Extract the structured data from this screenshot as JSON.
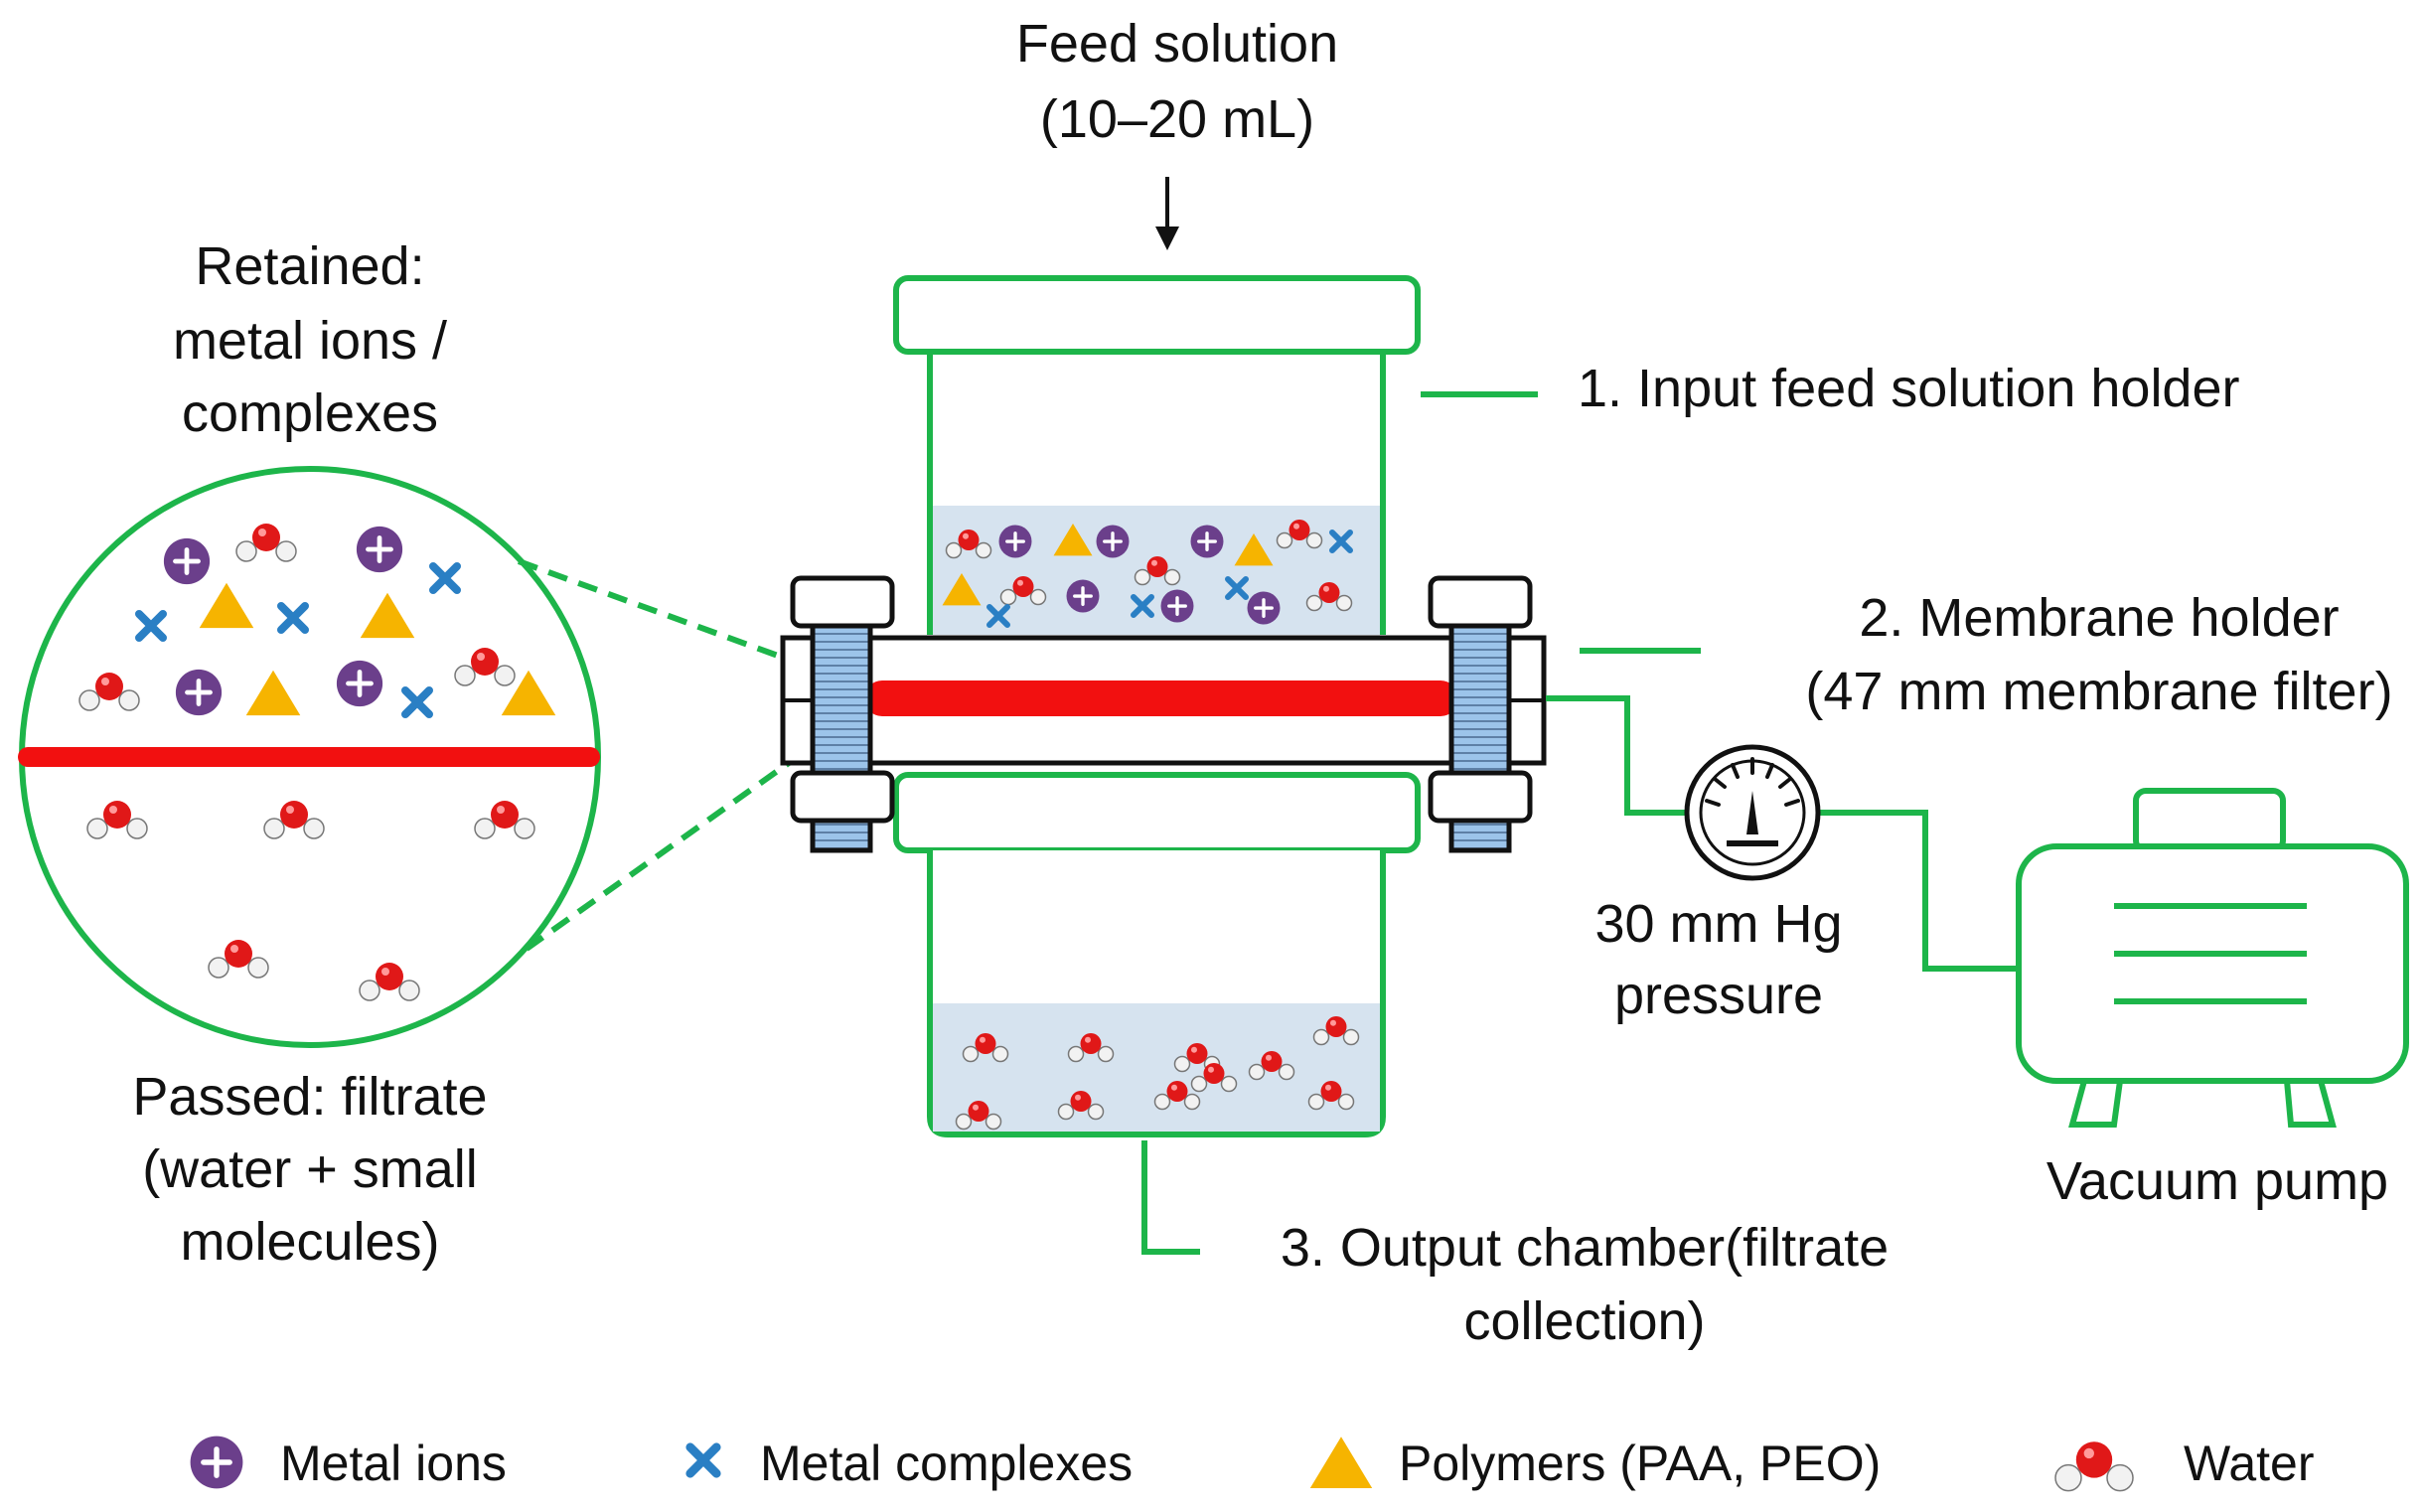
{
  "colors": {
    "outline": "#1db54a",
    "membrane": "#f21010",
    "liquid": "#d6e3ef",
    "metal_ion": "#6b3f8b",
    "metal_complex": "#2a7fc4",
    "polymer": "#f6b400",
    "oxygen": "#e01818",
    "hydrogen": "#f2f2f2",
    "bolt": "#9cc4ea",
    "text": "#111111"
  },
  "feed": {
    "line1": "Feed solution",
    "line2": "(10–20 mL)"
  },
  "retained": {
    "line1": "Retained:",
    "line2": "metal ions /",
    "line3": "complexes"
  },
  "passed": {
    "line1": "Passed: filtrate",
    "line2": "(water + small",
    "line3": "molecules)"
  },
  "labels": {
    "input_holder": "1. Input feed solution holder",
    "membrane_line1": "2. Membrane holder",
    "membrane_line2": "(47 mm membrane filter)",
    "output_line1": "3. Output chamber(filtrate",
    "output_line2": "collection)",
    "pressure_line1": "30 mm Hg",
    "pressure_line2": "pressure",
    "vacuum_pump": "Vacuum pump"
  },
  "legend": {
    "metal_ion_icon": "plus-circle-icon",
    "metal_complex_icon": "cross-icon",
    "polymer_icon": "triangle-icon",
    "water_icon": "water-molecule-icon",
    "metal_ions": "Metal ions",
    "metal_complexes": "Metal complexes",
    "polymers": "Polymers (PAA, PEO)",
    "water": "Water"
  }
}
